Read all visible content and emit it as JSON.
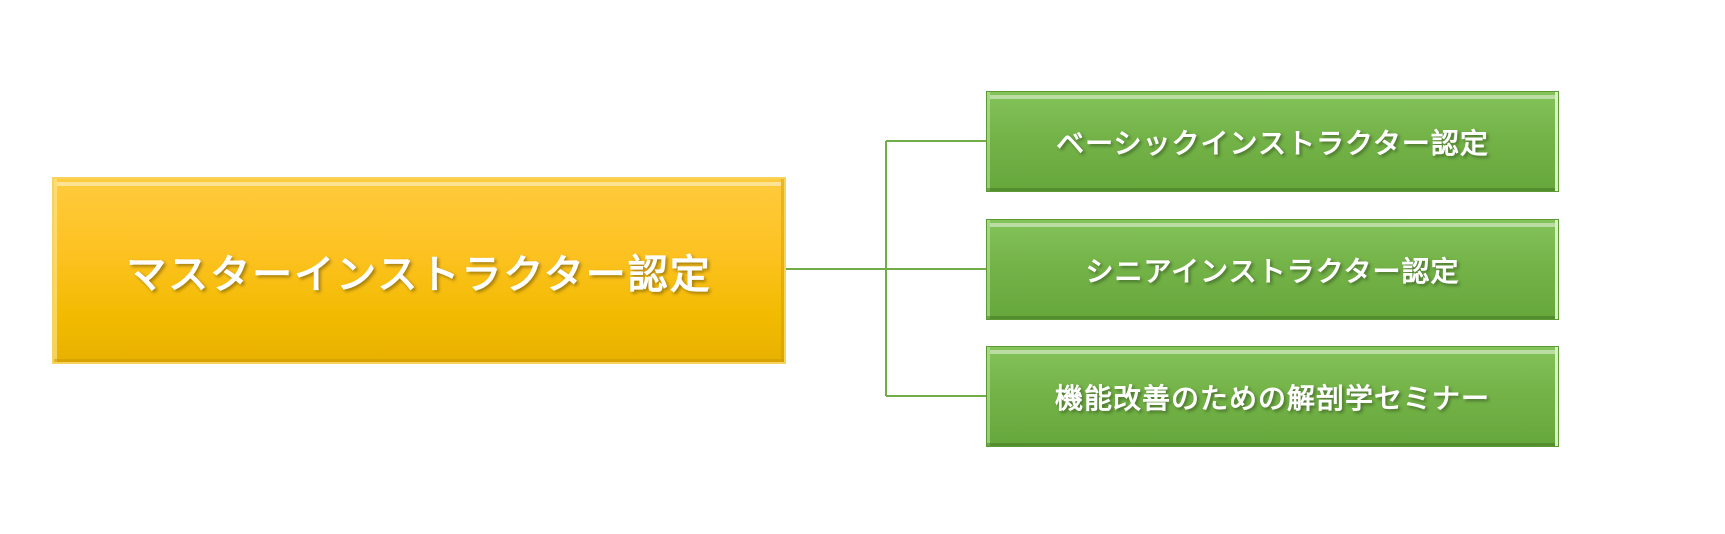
{
  "diagram": {
    "root": {
      "label": "マスターインストラクター認定",
      "color": "#f2bb00"
    },
    "children": [
      {
        "label": "ベーシックインストラクター認定",
        "color": "#70ad47"
      },
      {
        "label": "シニアインストラクター認定",
        "color": "#70ad47"
      },
      {
        "label": "機能改善のための解剖学セミナー",
        "color": "#70ad47"
      }
    ],
    "connector_color": "#70ad47"
  }
}
